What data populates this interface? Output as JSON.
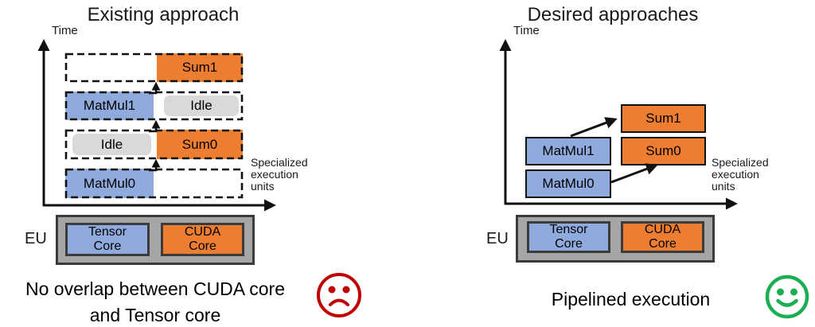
{
  "colors": {
    "tensor_blue": "#8FAADC",
    "cuda_orange": "#ED7D31",
    "idle_gray": "#D9D9D9",
    "eu_gray": "#A6A6A6",
    "dark_border": "#3B3B3B",
    "axis_black": "#111111",
    "sad_red": "#C00000",
    "happy_green": "#1CAE53"
  },
  "left": {
    "title": "Existing approach",
    "time_label": "Time",
    "axis_units_lines": [
      "Specialized",
      "execution",
      "units"
    ],
    "rows": [
      {
        "blocks": [
          {
            "label": "Sum1",
            "unit": "cuda-core"
          }
        ]
      },
      {
        "blocks": [
          {
            "label": "MatMul1",
            "unit": "tensor-core"
          },
          {
            "label": "Idle",
            "unit": "idle"
          }
        ]
      },
      {
        "blocks": [
          {
            "label": "Idle",
            "unit": "idle"
          },
          {
            "label": "Sum0",
            "unit": "cuda-core"
          }
        ]
      },
      {
        "blocks": [
          {
            "label": "MatMul0",
            "unit": "tensor-core"
          }
        ]
      }
    ],
    "eu": {
      "label": "EU",
      "units": [
        {
          "line1": "Tensor",
          "line2": "Core"
        },
        {
          "line1": "CUDA",
          "line2": "Core"
        }
      ]
    },
    "caption_lines": [
      "No overlap between CUDA core",
      "and Tensor core"
    ],
    "mood": "sad"
  },
  "right": {
    "title": "Desired approaches",
    "time_label": "Time",
    "axis_units_lines": [
      "Specialized",
      "execution",
      "units"
    ],
    "boxes": [
      {
        "label": "Sum1",
        "unit": "cuda-core"
      },
      {
        "label": "MatMul1",
        "unit": "tensor-core"
      },
      {
        "label": "Sum0",
        "unit": "cuda-core"
      },
      {
        "label": "MatMul0",
        "unit": "tensor-core"
      }
    ],
    "eu": {
      "label": "EU",
      "units": [
        {
          "line1": "Tensor",
          "line2": "Core"
        },
        {
          "line1": "CUDA",
          "line2": "Core"
        }
      ]
    },
    "caption_lines": [
      "Pipelined execution"
    ],
    "mood": "happy"
  }
}
